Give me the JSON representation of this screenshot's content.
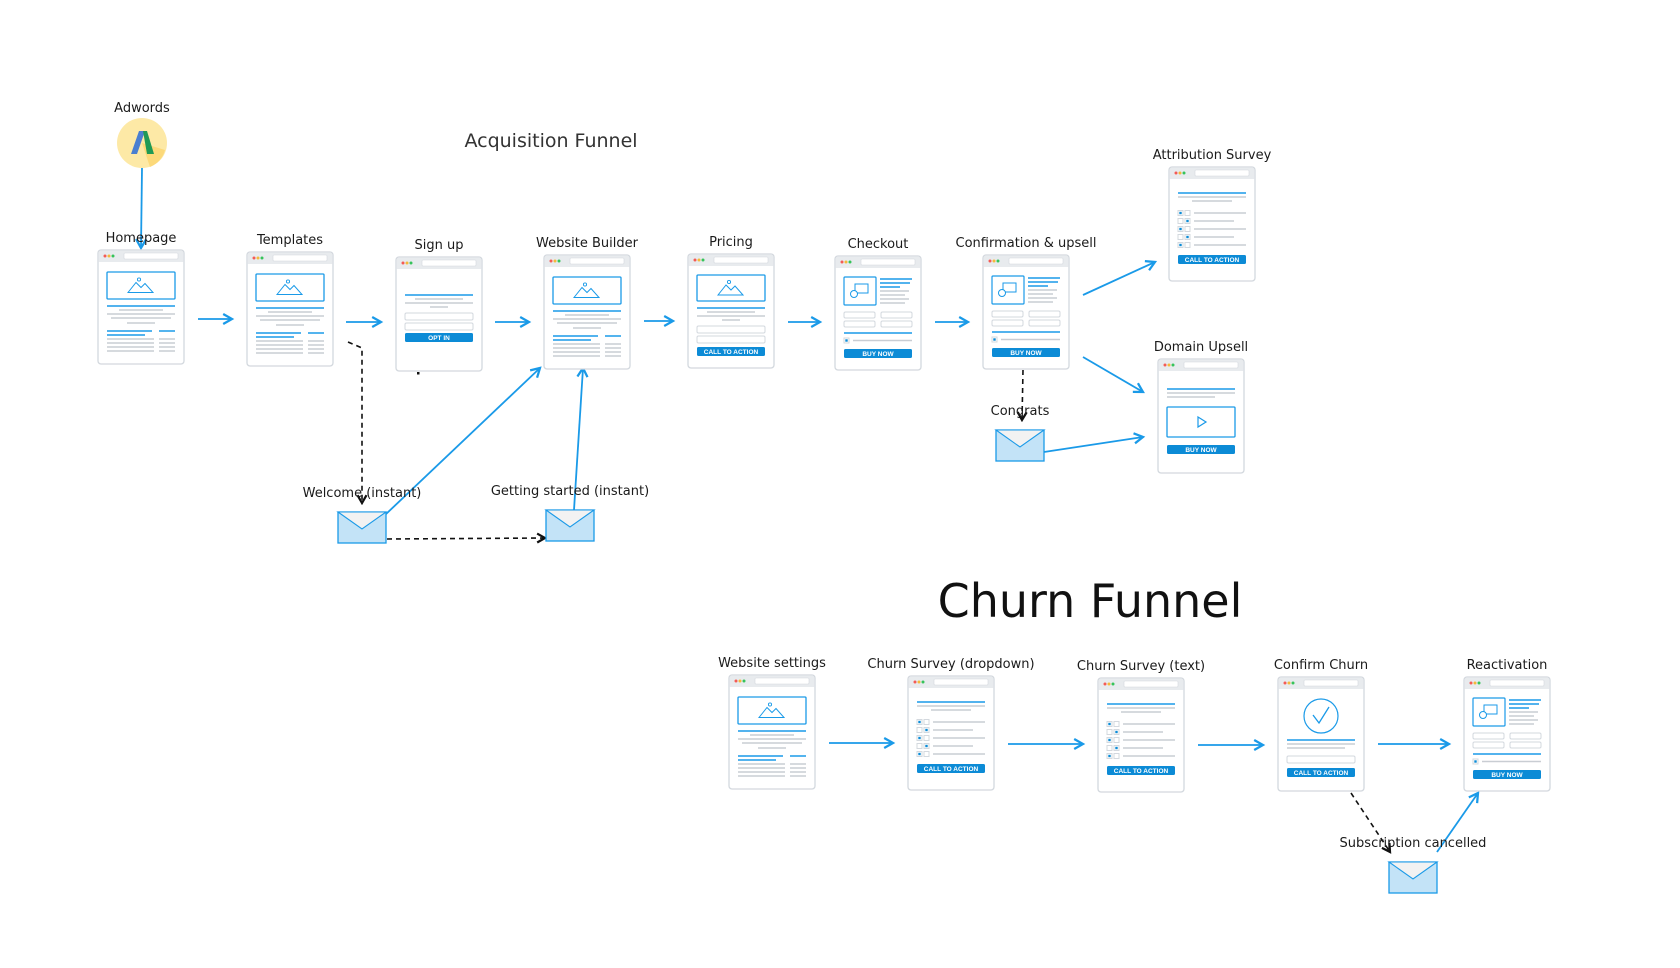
{
  "titles": {
    "acquisition": "Acquisition Funnel",
    "churn": "Churn Funnel"
  },
  "colors": {
    "accent": "#1a9ae8",
    "button": "#0c8bd6",
    "card_border": "#d3d8de",
    "card_header": "#e8ebee",
    "line_gray": "#c9cdd3",
    "envelope_fill": "#c3e3f7",
    "adwords_circle": "#fde9a6",
    "dot_red": "#f45b55",
    "dot_yellow": "#f5b93b",
    "dot_green": "#36c35a"
  },
  "source": {
    "label": "Adwords",
    "icon": "adwords-logo-icon"
  },
  "pages": [
    {
      "id": "homepage",
      "label": "Homepage",
      "kind": "hero"
    },
    {
      "id": "templates",
      "label": "Templates",
      "kind": "hero"
    },
    {
      "id": "sign-up",
      "label": "Sign up",
      "kind": "optin",
      "button": "OPT IN"
    },
    {
      "id": "website-builder",
      "label": "Website Builder",
      "kind": "hero"
    },
    {
      "id": "pricing",
      "label": "Pricing",
      "kind": "cta",
      "button": "CALL TO ACTION"
    },
    {
      "id": "checkout",
      "label": "Checkout",
      "kind": "checkout",
      "button": "BUY NOW"
    },
    {
      "id": "confirmation-upsell",
      "label": "Confirmation & upsell",
      "kind": "checkout",
      "button": "BUY NOW"
    },
    {
      "id": "attribution-survey",
      "label": "Attribution Survey",
      "kind": "survey",
      "button": "CALL TO ACTION"
    },
    {
      "id": "domain-upsell",
      "label": "Domain Upsell",
      "kind": "video",
      "button": "BUY NOW"
    },
    {
      "id": "website-settings",
      "label": "Website settings",
      "kind": "hero"
    },
    {
      "id": "churn-survey-dropdown",
      "label": "Churn Survey (dropdown)",
      "kind": "survey",
      "button": "CALL TO ACTION"
    },
    {
      "id": "churn-survey-text",
      "label": "Churn Survey (text)",
      "kind": "survey",
      "button": "CALL TO ACTION"
    },
    {
      "id": "confirm-churn",
      "label": "Confirm Churn",
      "kind": "check",
      "button": "CALL TO ACTION"
    },
    {
      "id": "reactivation",
      "label": "Reactivation",
      "kind": "checkout",
      "button": "BUY NOW"
    }
  ],
  "emails": [
    {
      "id": "welcome",
      "label": "Welcome (instant)"
    },
    {
      "id": "getting-started",
      "label": "Getting started (instant)"
    },
    {
      "id": "congrats",
      "label": "Congrats"
    },
    {
      "id": "subscription-cancelled",
      "label": "Subscription cancelled"
    }
  ]
}
